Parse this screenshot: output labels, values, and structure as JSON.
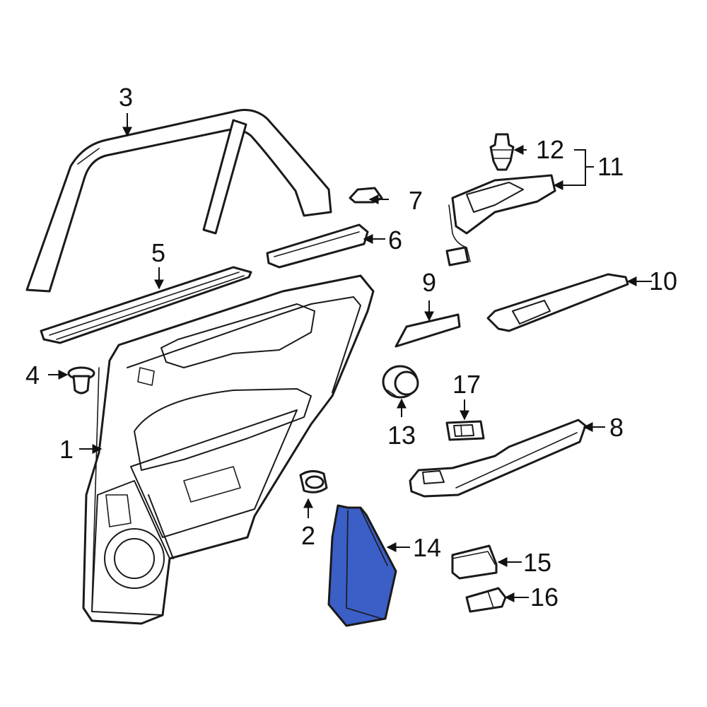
{
  "colors": {
    "line": "#1a1a1a",
    "highlight": "#3b5fc7",
    "background": "#ffffff"
  },
  "callouts": {
    "c1": "1",
    "c2": "2",
    "c3": "3",
    "c4": "4",
    "c5": "5",
    "c6": "6",
    "c7": "7",
    "c8": "8",
    "c9": "9",
    "c10": "10",
    "c11": "11",
    "c12": "12",
    "c13": "13",
    "c14": "14",
    "c15": "15",
    "c16": "16",
    "c17": "17"
  },
  "highlighted_part": "14"
}
